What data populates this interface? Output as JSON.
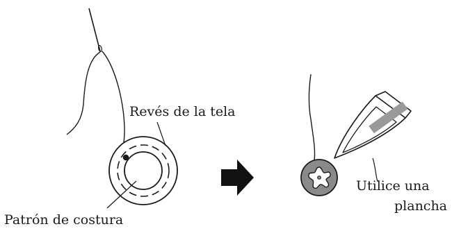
{
  "labels": {
    "fabric_back": "Revés de la tela",
    "sewing_pattern": "Patrón de costura",
    "use_iron_line1": "Utilice una",
    "use_iron_line2": "plancha"
  },
  "colors": {
    "line": "#1a1a1a",
    "gathered_fill": "#8a8a8a",
    "iron_handle": "#9a9a9a",
    "arrow": "#111111"
  },
  "icons": {
    "needle": "needle-icon",
    "arrow": "right-arrow-icon",
    "iron": "iron-icon"
  }
}
